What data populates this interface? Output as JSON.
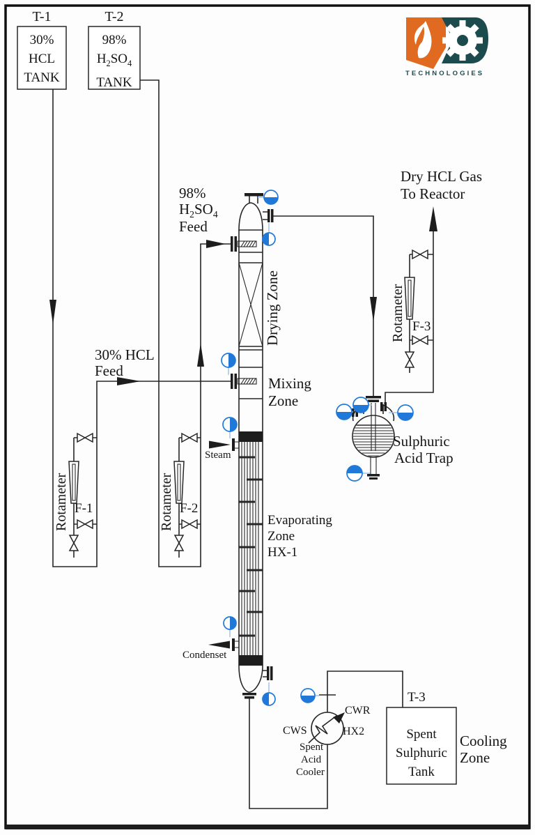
{
  "colors": {
    "line": "#262626",
    "instrument_blue": "#2079d8",
    "instrument_line_blue": "#9fc4ef",
    "logo_orange": "#e06a1f",
    "logo_teal": "#1c4b4e"
  },
  "logo": {
    "text": "TECHNOLOGIES"
  },
  "chem": {
    "h": "H",
    "s2": "2",
    "so": "SO",
    "s4": "4"
  },
  "tanks": {
    "t1": {
      "tag": "T-1",
      "l1": "30%",
      "l2": "HCL",
      "l3": "TANK"
    },
    "t2": {
      "tag": "T-2",
      "l1": "98%",
      "l3": "TANK"
    },
    "t3": {
      "tag": "T-3",
      "l1": "Spent",
      "l2": "Sulphuric",
      "l3": "Tank"
    }
  },
  "feeds": {
    "hcl": {
      "l1": "30% HCL",
      "l2": "Feed"
    },
    "h2so4": {
      "l1": "98%",
      "l2": "Feed"
    }
  },
  "column": {
    "drying": "Drying Zone",
    "mixing1": "Mixing",
    "mixing2": "Zone",
    "evap1": "Evaporating",
    "evap2": "Zone",
    "evap3": "HX-1",
    "steam": "Steam",
    "condensate": "Condenset"
  },
  "rotameters": {
    "label": "Rotameter",
    "f1": "F-1",
    "f2": "F-2",
    "f3": "F-3"
  },
  "outlet": {
    "l1": "Dry HCL Gas",
    "l2": "To Reactor"
  },
  "trap": {
    "l1": "Sulphuric",
    "l2": "Acid Trap"
  },
  "cooler": {
    "cwr": "CWR",
    "cws": "CWS",
    "tag": "HX2",
    "n1": "Spent",
    "n2": "Acid",
    "n3": "Cooler"
  },
  "cooling": {
    "l1": "Cooling",
    "l2": "Zone"
  }
}
